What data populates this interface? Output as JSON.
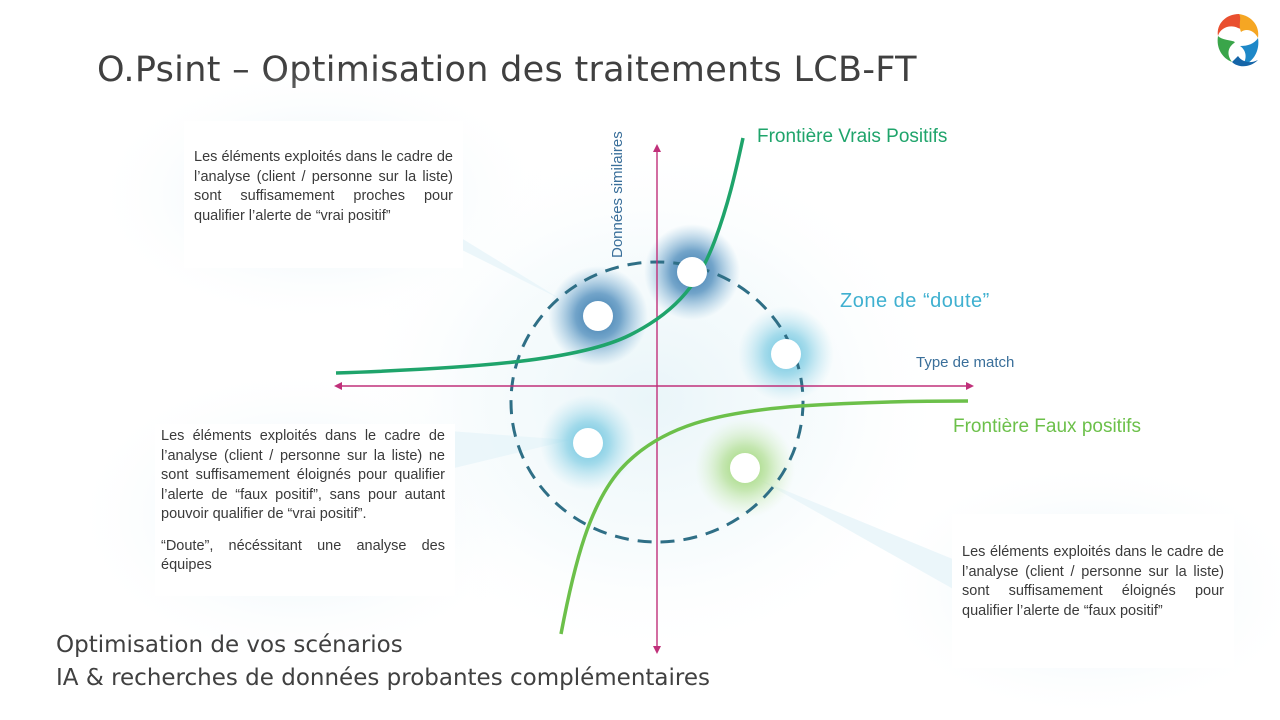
{
  "title": "O.Psint – Optimisation des traitements LCB-FT",
  "axes": {
    "x_label": "Type de match",
    "y_label": "Données similaires"
  },
  "regions": {
    "vrai_positifs": "Frontière Vrais Positifs",
    "zone_doute": "Zone de “doute”",
    "faux_positifs": "Frontière Faux positifs"
  },
  "callouts": {
    "top_left": "Les éléments exploités dans le cadre de l’analyse (client / personne sur la liste) sont suffisamement proches pour qualifier l’alerte de “vrai positif”",
    "middle_left_p1": "Les éléments exploités dans le cadre de l’analyse (client / personne sur la liste) ne sont suffisamement éloignés pour qualifier l’alerte de “faux positif”, sans pour autant pouvoir qualifier de “vrai positif”.",
    "middle_left_p2": "“Doute”, nécéssitant une analyse des équipes",
    "bottom_right": "Les éléments exploités dans le cadre de l’analyse (client / personne sur la liste) sont suffisamement éloignés pour qualifier l’alerte de “faux positif”"
  },
  "footer": {
    "line1": "Optimisation de vos scénarios",
    "line2": "IA & recherches de données probantes complémentaires"
  },
  "colors": {
    "vrai_curve": "#1fa46b",
    "faux_curve": "#6cc04a",
    "doute_circle": "#2f6f86",
    "axis": "#c0307a",
    "dark_blue_glow": "#2b6ea3",
    "light_blue_glow": "#4fb8d8",
    "green_glow": "#8fd060"
  }
}
